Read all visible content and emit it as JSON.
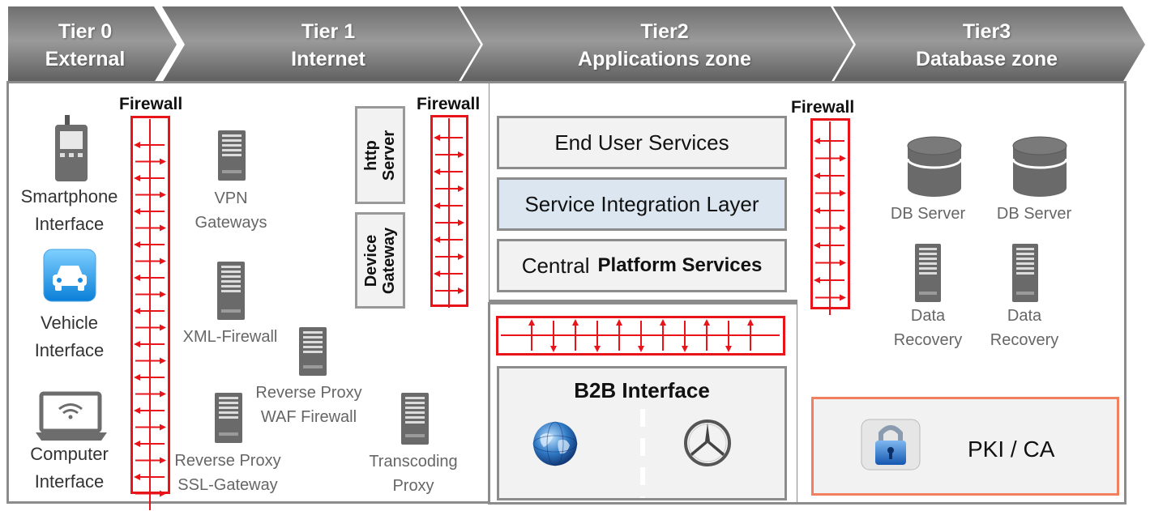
{
  "tiers": [
    {
      "line1": "Tier 0",
      "line2": "External"
    },
    {
      "line1": "Tier 1",
      "line2": "Internet"
    },
    {
      "line1": "Tier2",
      "line2": "Applications zone"
    },
    {
      "line1": "Tier3",
      "line2": "Database zone"
    }
  ],
  "firewall_label": "Firewall",
  "external": {
    "smartphone": [
      "Smartphone",
      "Interface"
    ],
    "vehicle": [
      "Vehicle",
      "Interface"
    ],
    "computer": [
      "Computer",
      "Interface"
    ]
  },
  "internet": {
    "vpn": [
      "VPN",
      "Gateways"
    ],
    "xml": "XML-Firewall",
    "waf": [
      "Reverse Proxy",
      "WAF Firewall"
    ],
    "ssl": [
      "Reverse Proxy",
      "SSL-Gateway"
    ],
    "transcoding": [
      "Transcoding",
      "Proxy"
    ],
    "http_server": [
      "http",
      "Server"
    ],
    "device_gateway": [
      "Device",
      "Gateway"
    ]
  },
  "apps": {
    "end_user": "End User Services",
    "sil": "Service Integration Layer",
    "cps_a": "Central",
    "cps_b": "Platform Services",
    "b2b": "B2B Interface"
  },
  "db": {
    "db1": "DB Server",
    "db2": "DB Server",
    "dr1": [
      "Data",
      "Recovery"
    ],
    "dr2": [
      "Data",
      "Recovery"
    ],
    "pki": "PKI / CA"
  },
  "colors": {
    "firewall_red": "#e8141a",
    "banner_gray": "#7f7f7f",
    "sil_fill": "#dce6f0",
    "pki_border": "#f08060"
  }
}
